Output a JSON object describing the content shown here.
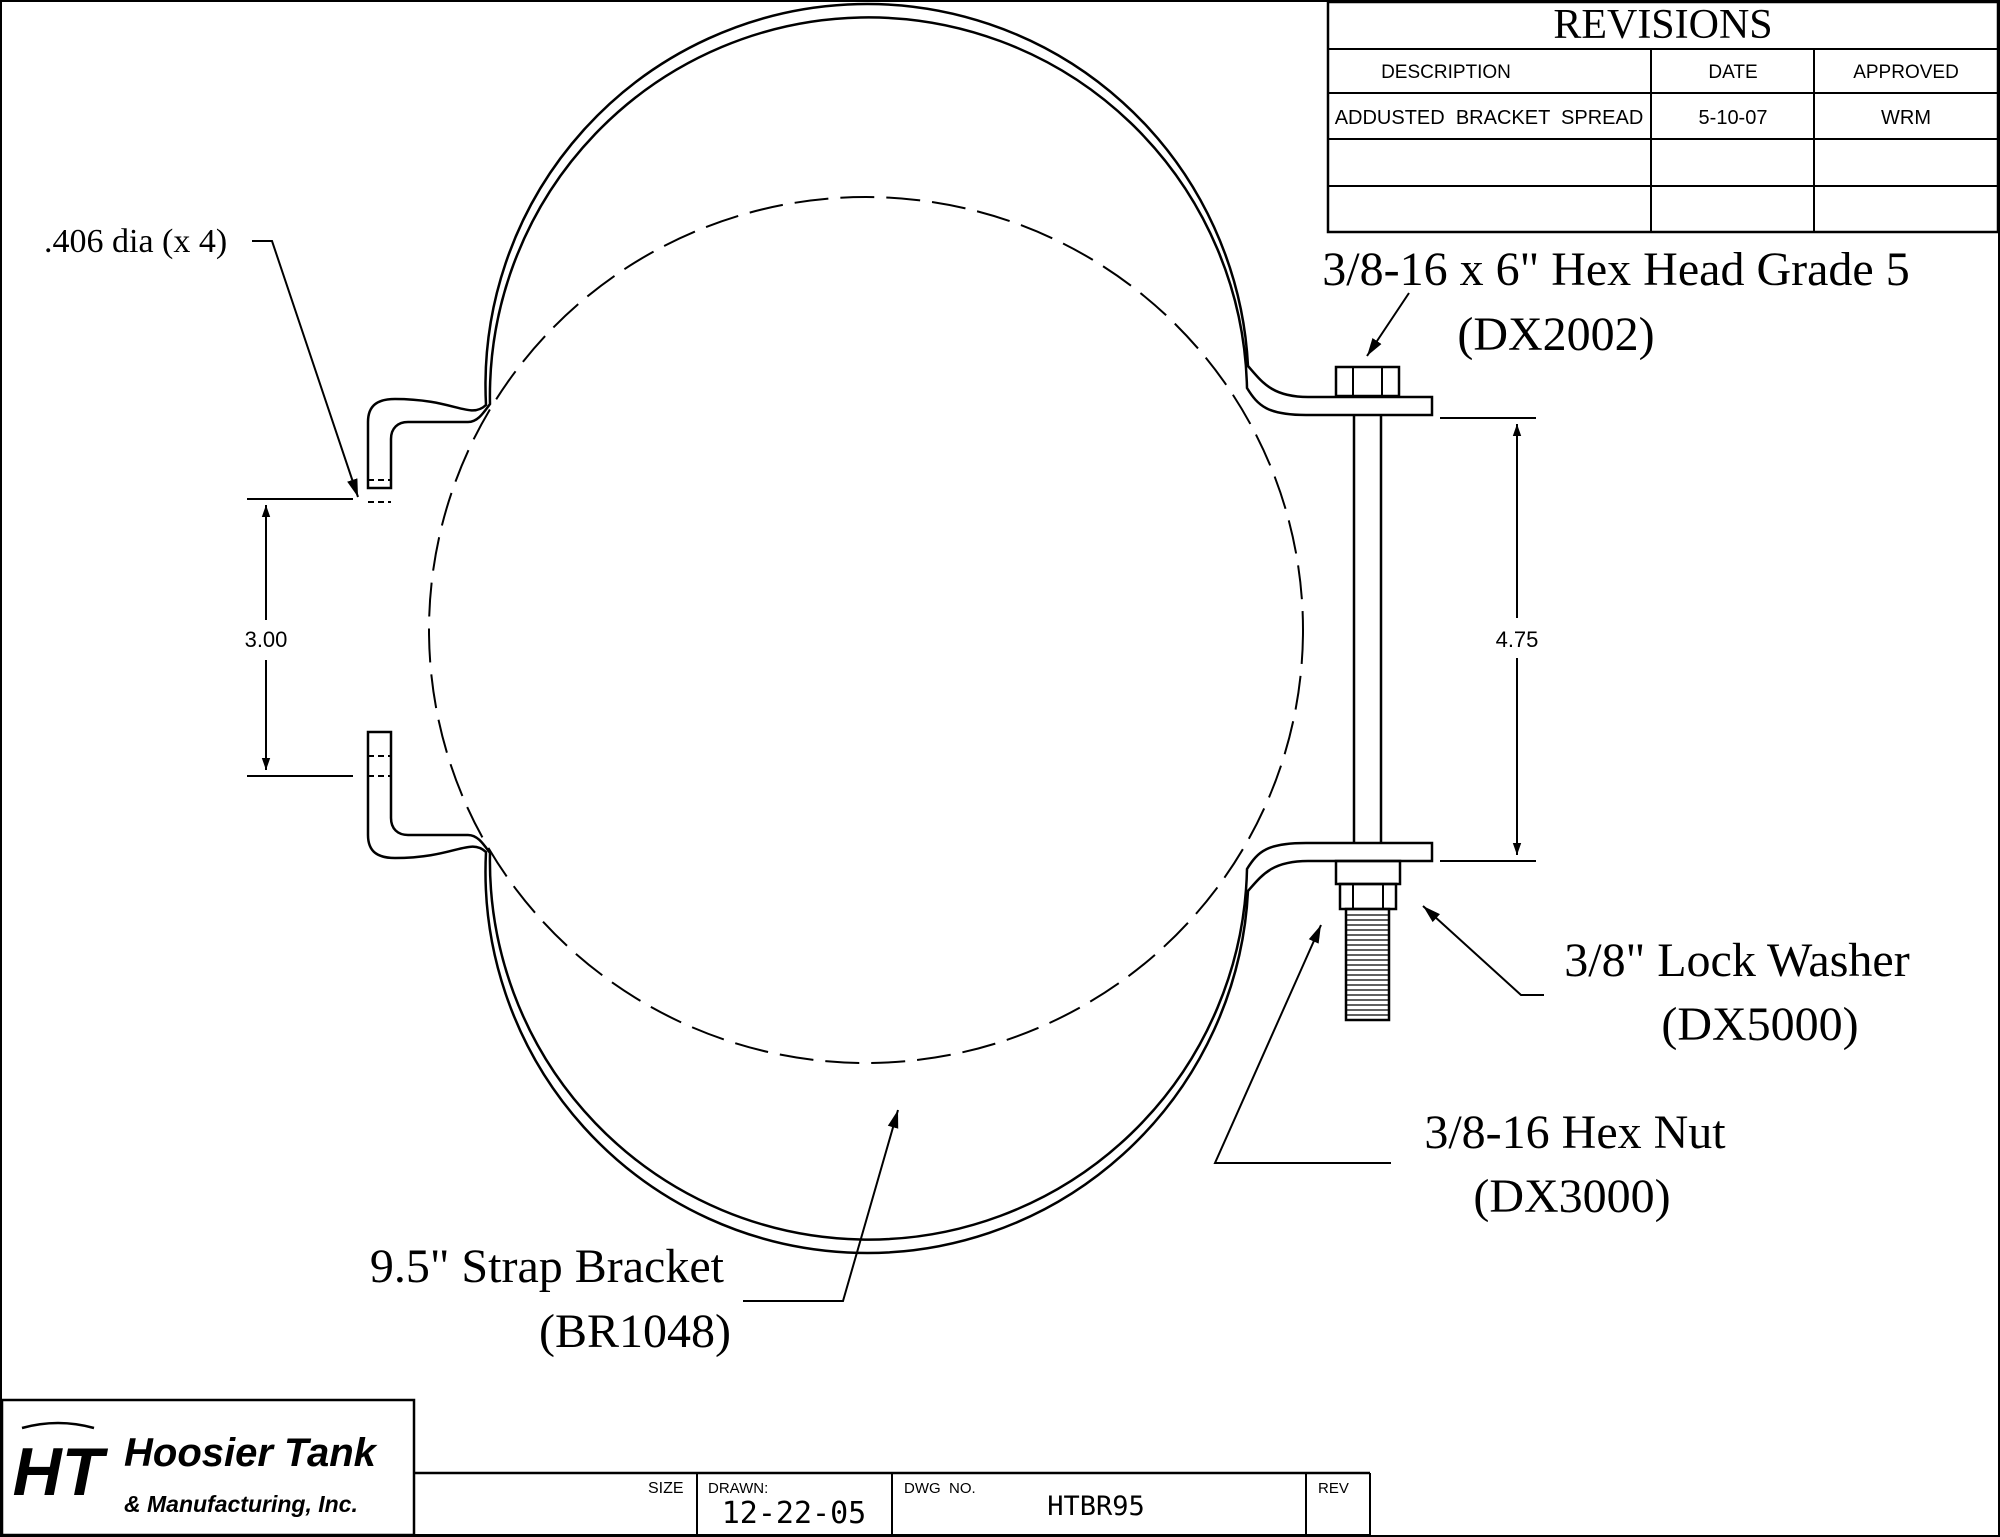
{
  "revisions": {
    "title": "REVISIONS",
    "headers": {
      "description": "DESCRIPTION",
      "date": "DATE",
      "approved": "APPROVED"
    },
    "rows": [
      {
        "description": "ADDUSTED  BRACKET  SPREAD",
        "date": "5-10-07",
        "approved": "WRM"
      },
      {
        "description": "",
        "date": "",
        "approved": ""
      },
      {
        "description": "",
        "date": "",
        "approved": ""
      }
    ]
  },
  "callouts": {
    "hole_dia": ".406 dia (x 4)",
    "bolt_line1": "3/8-16 x 6\" Hex Head Grade 5",
    "bolt_line2": "(DX2002)",
    "washer_line1": "3/8\" Lock Washer",
    "washer_line2": "(DX5000)",
    "nut_line1": "3/8-16 Hex Nut",
    "nut_line2": "(DX3000)",
    "bracket_line1": "9.5\" Strap Bracket",
    "bracket_line2": "(BR1048)"
  },
  "dimensions": {
    "left_spacing": "3.00",
    "right_spacing": "4.75"
  },
  "title_block": {
    "logo_mark": "HT",
    "company_line1": "Hoosier Tank",
    "company_line2": "& Manufacturing, Inc.",
    "size_label": "SIZE",
    "size_value": "",
    "drawn_label": "DRAWN:",
    "drawn_value": "12-22-05",
    "dwg_label": "DWG  NO.",
    "dwg_value": "HTBR95",
    "rev_label": "REV",
    "rev_value": ""
  }
}
